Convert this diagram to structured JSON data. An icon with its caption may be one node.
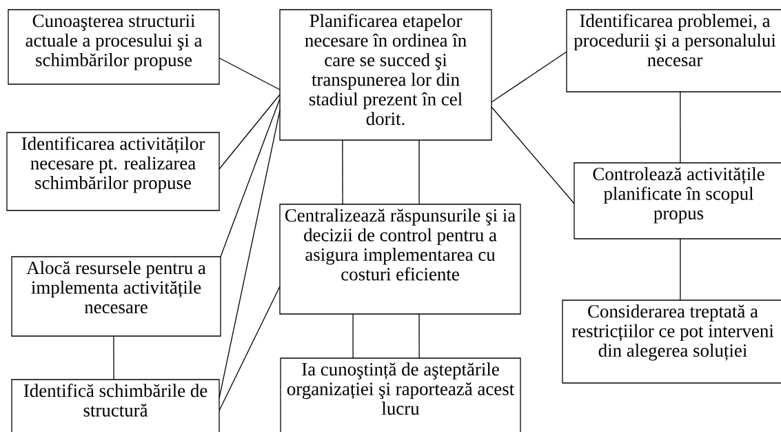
{
  "diagram": {
    "nodes": [
      {
        "text": [
          "Cunoaşterea structurii actuale a procesului şi a schimbărilor propuse"
        ]
      },
      {
        "text": [
          "Planificarea etapelor necesare în ordinea în care se succed şi transpunerea lor din stadiul prezent în cel dorit."
        ]
      },
      {
        "text": [
          "Identificarea problemei, a procedurii şi a personalului necesar"
        ]
      },
      {
        "text": [
          "Identificarea activităților necesare pt. realizarea schimbărilor propuse"
        ]
      },
      {
        "text": [
          "Controlează activitățile planificate în scopul propus"
        ]
      },
      {
        "text": [
          "Centralizează răspunsurile şi ia decizii de control pentru a asigura implementarea cu costuri eficiente"
        ]
      },
      {
        "text": [
          "Alocă resursele pentru a implementa activitățile necesare"
        ]
      },
      {
        "text": [
          "Considerarea treptată a restricțiilor ce pot interveni din alegerea soluției"
        ]
      },
      {
        "text": [
          "Identifică schimbările de structură"
        ]
      },
      {
        "text": [
          "Ia cunoştință de aşteptările organizației şi raportează acest lucru"
        ]
      }
    ],
    "edges": [
      {
        "from": 0,
        "to": 1,
        "arrow": "none"
      },
      {
        "from": 3,
        "to": 1,
        "arrow": "none"
      },
      {
        "from": 6,
        "to": 1,
        "arrow": "none"
      },
      {
        "from": 8,
        "to": 1,
        "arrow": "none"
      },
      {
        "from": 8,
        "to": 5,
        "arrow": "none"
      },
      {
        "from": 1,
        "to": 2,
        "arrow": "none"
      },
      {
        "from": 1,
        "to": 4,
        "arrow": "none"
      },
      {
        "from": 1,
        "to": 5,
        "arrow": "none"
      },
      {
        "from": 1,
        "to": 5,
        "arrow": "none"
      },
      {
        "from": 5,
        "to": 9,
        "arrow": "none"
      },
      {
        "from": 5,
        "to": 9,
        "arrow": "none"
      },
      {
        "from": 2,
        "to": 4,
        "arrow": "none"
      },
      {
        "from": 4,
        "to": 7,
        "arrow": "none"
      },
      {
        "from": 6,
        "to": 8,
        "arrow": "none"
      }
    ]
  }
}
